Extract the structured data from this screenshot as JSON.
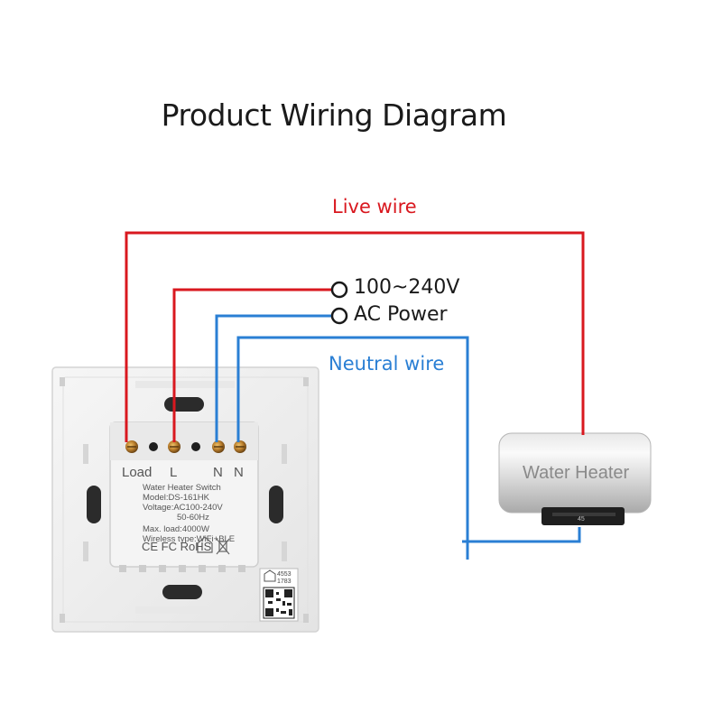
{
  "title": "Product Wiring Diagram",
  "wires": {
    "live_label": "Live wire",
    "neutral_label": "Neutral wire",
    "live_color": "#d9181f",
    "neutral_color": "#2a7fd4"
  },
  "power": {
    "voltage": "100~240V",
    "ac_label": "AC Power"
  },
  "terminals": {
    "load": "Load",
    "l": "L",
    "n1": "N",
    "n2": "N"
  },
  "module": {
    "line1": "Water Heater Switch",
    "line2": "Model:DS-161HK",
    "line3": "Voltage:AC100-240V",
    "line4": "50-60Hz",
    "line5": "Max. load:4000W",
    "line6": "Wireless type:WiFi+BLE",
    "certs": "CE FC RoHS"
  },
  "qr_label": {
    "line1": "4553",
    "line2": "1783"
  },
  "heater": {
    "label": "Water Heater",
    "display": "45"
  }
}
